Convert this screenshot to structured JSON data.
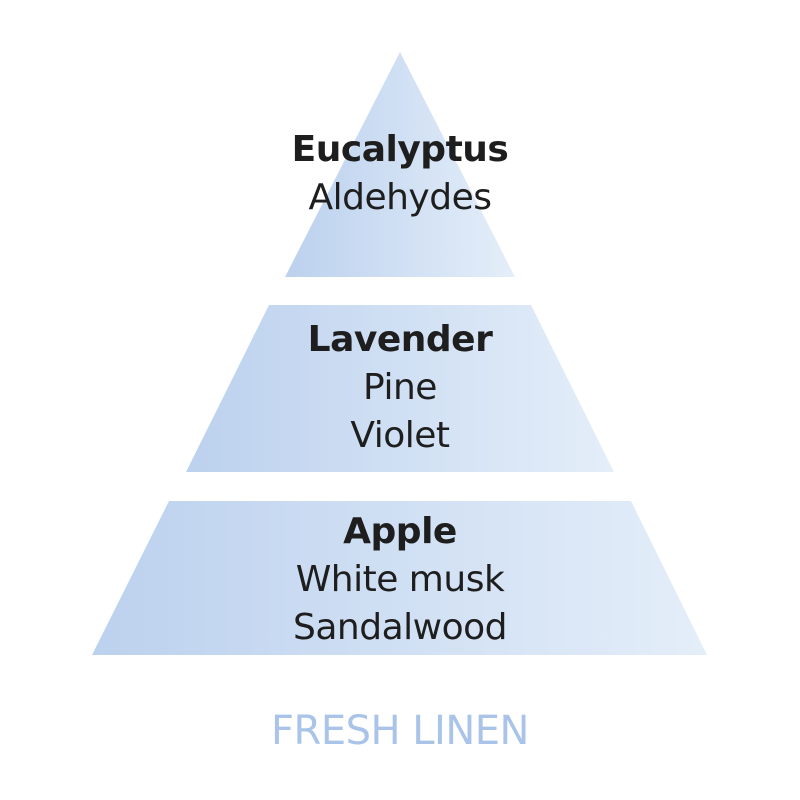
{
  "colors": {
    "fill_left": "#bcd1ee",
    "fill_right": "#e4eef9",
    "text": "#1e1e1e",
    "title": "#a9c4e8"
  },
  "tiers": [
    {
      "main": "Eucalyptus",
      "notes": [
        "Aldehydes"
      ]
    },
    {
      "main": "Lavender",
      "notes": [
        "Pine",
        "Violet"
      ]
    },
    {
      "main": "Apple",
      "notes": [
        "White musk",
        "Sandalwood"
      ]
    }
  ],
  "title": "FRESH LINEN"
}
